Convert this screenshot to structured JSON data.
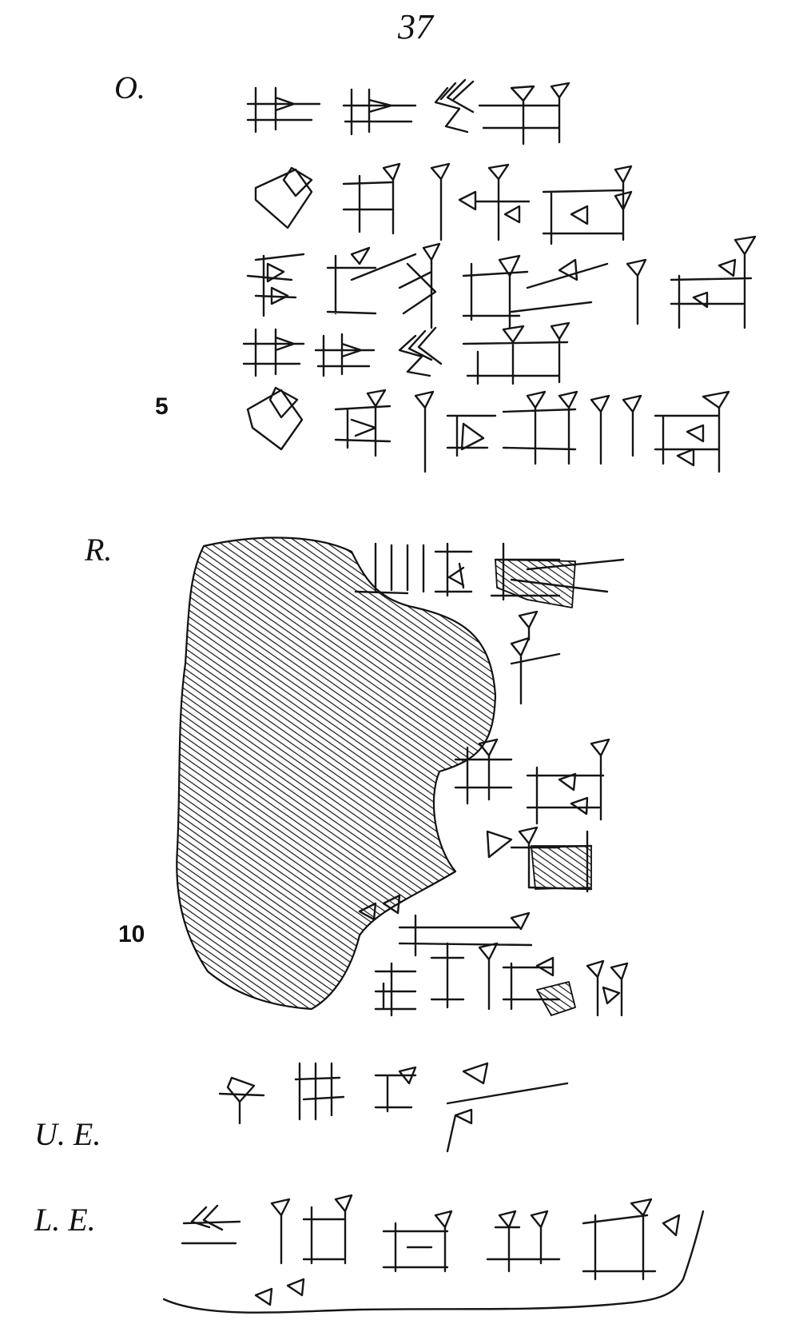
{
  "page_number": "37",
  "sections": {
    "obverse": "O.",
    "reverse": "R.",
    "upper_edge": "U. E.",
    "lower_edge": "L. E."
  },
  "line_numbers": {
    "line5": "5",
    "line10": "10"
  }
}
